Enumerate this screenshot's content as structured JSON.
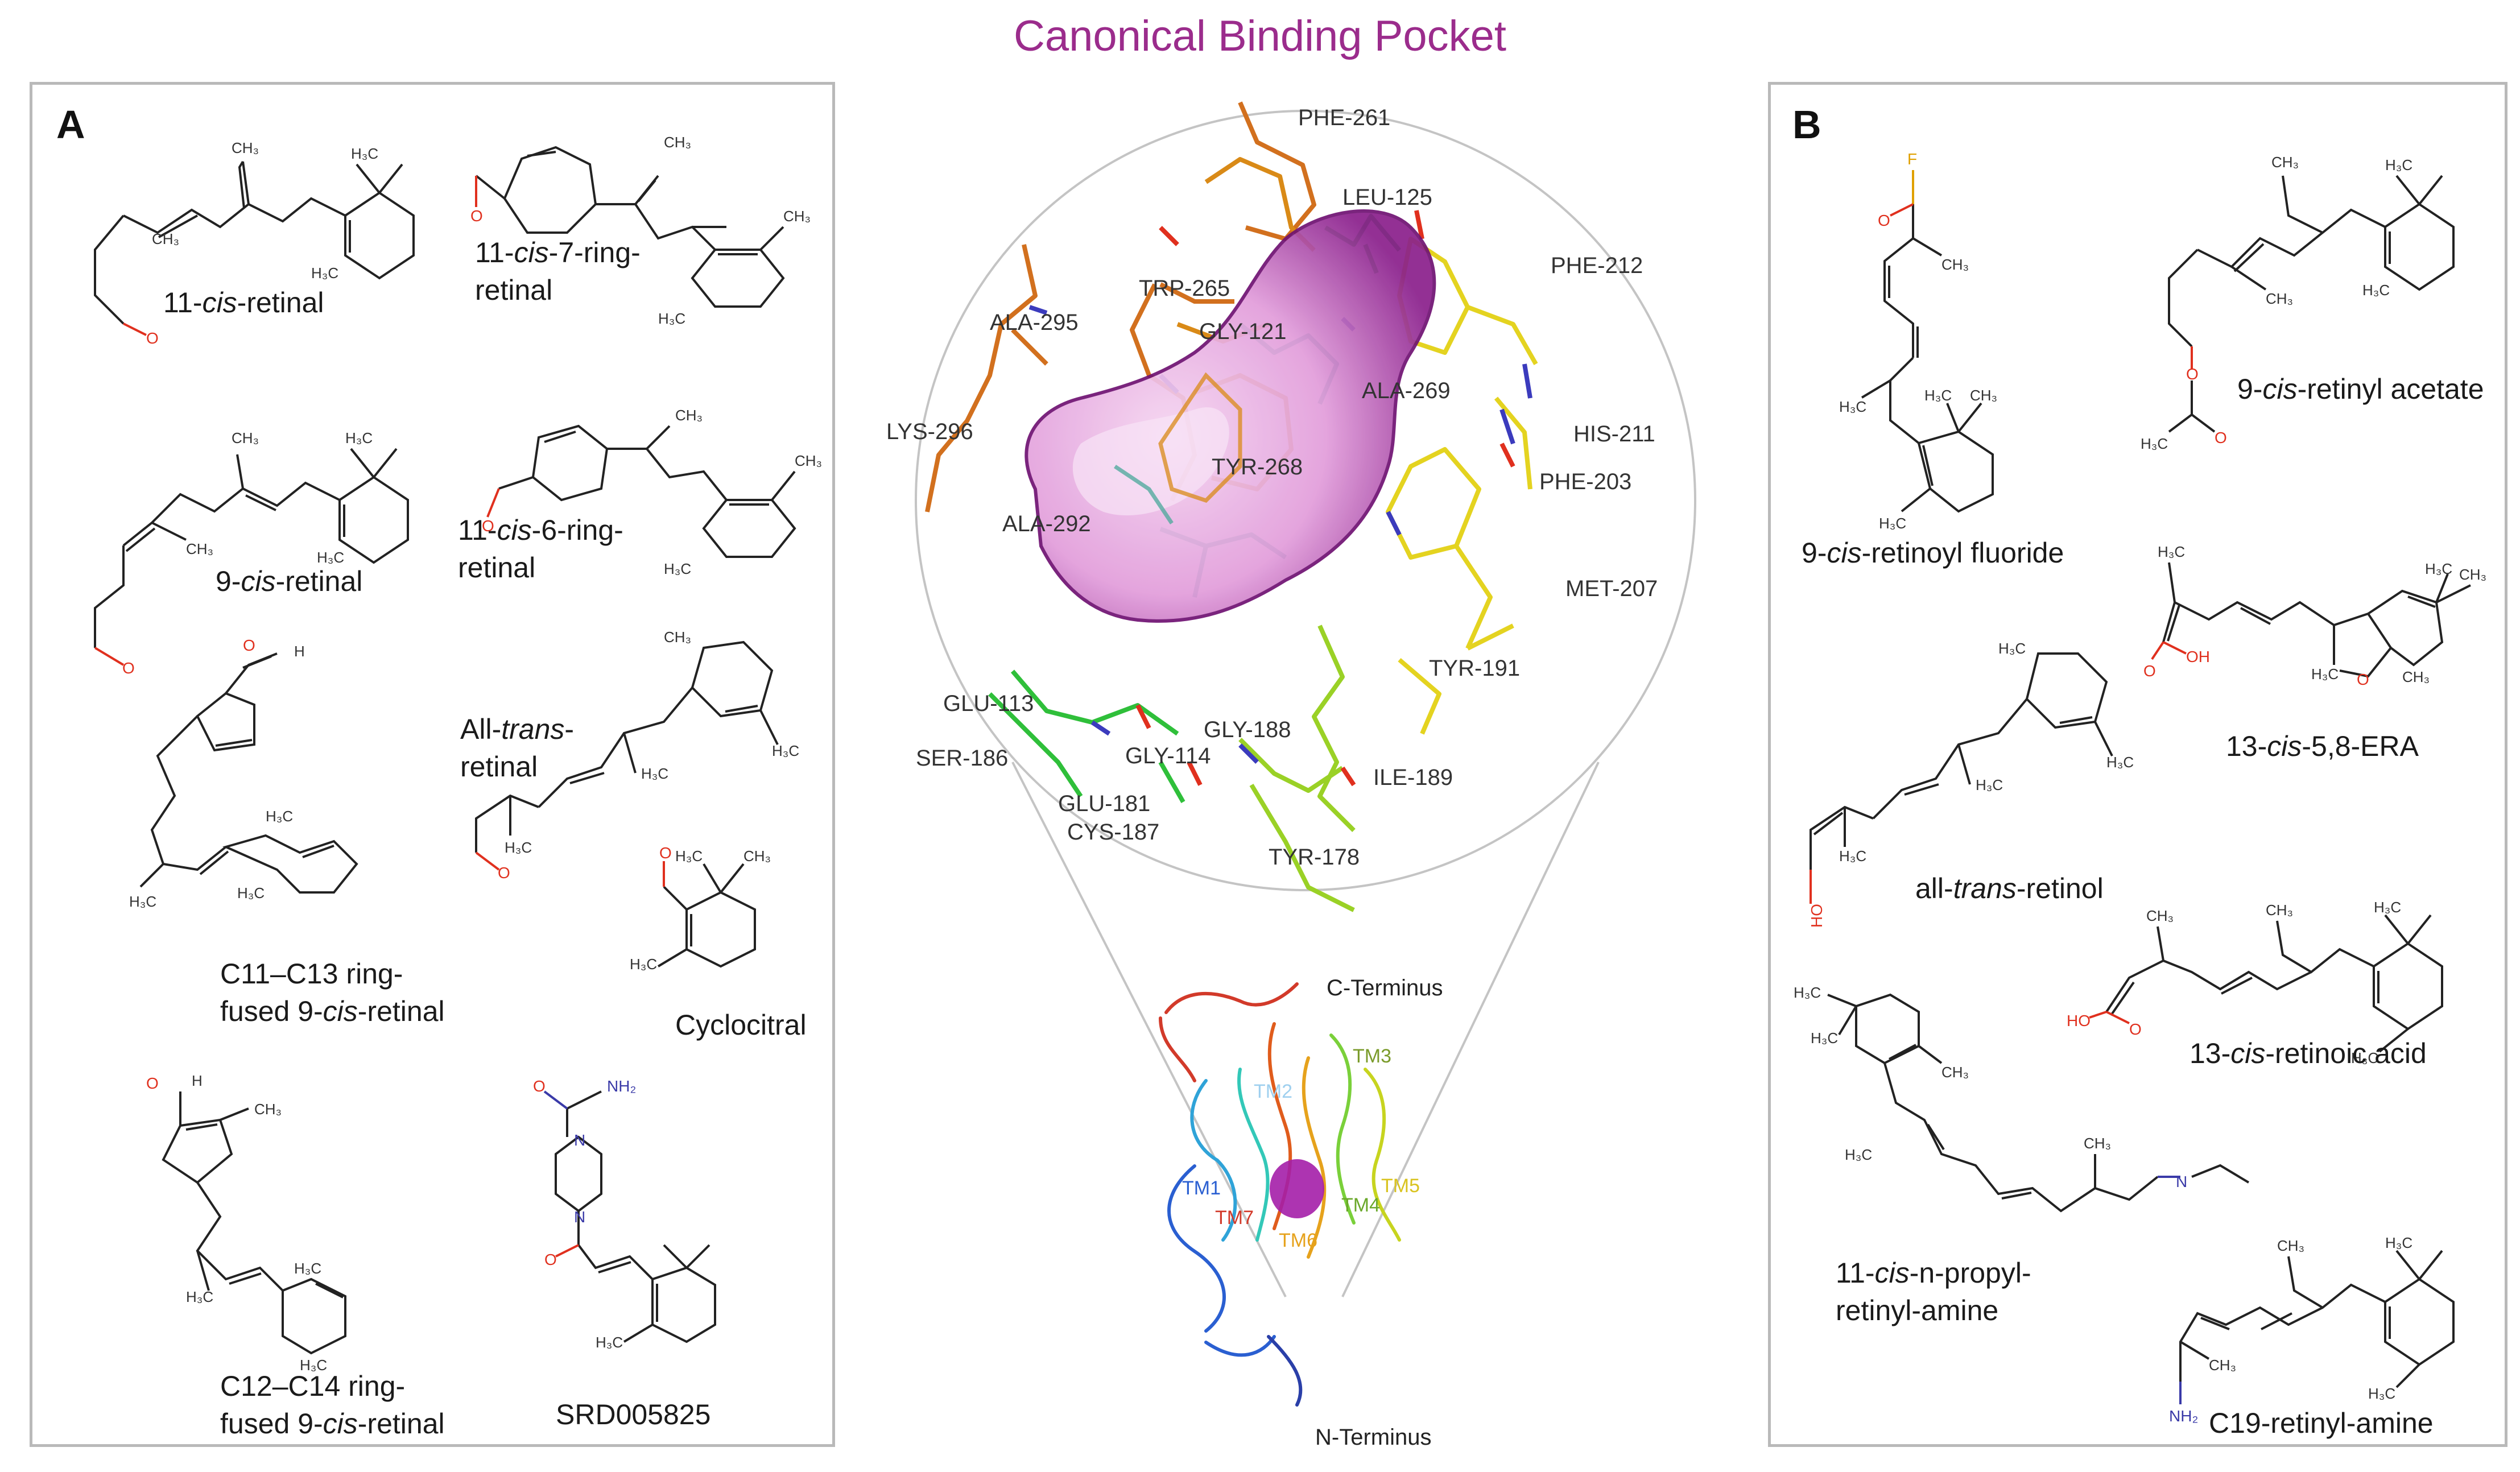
{
  "title": "Canonical Binding Pocket",
  "panel_a": {
    "letter": "A",
    "molecules": [
      {
        "id": "11cis",
        "pre": "11-",
        "it": "cis",
        "post": "-retinal",
        "line2": ""
      },
      {
        "id": "7ring",
        "pre": "11-",
        "it": "cis",
        "post": "-7-ring-",
        "line2": "retinal"
      },
      {
        "id": "9cis",
        "pre": "9-",
        "it": "cis",
        "post": "-retinal",
        "line2": ""
      },
      {
        "id": "6ring",
        "pre": "11-",
        "it": "cis",
        "post": "-6-ring-",
        "line2": "retinal"
      },
      {
        "id": "alltrans",
        "pre": "All-",
        "it": "trans",
        "post": "-",
        "line2": "retinal"
      },
      {
        "id": "c11c13",
        "pre": "C11–C13 ring-",
        "it": "",
        "post": "",
        "line2a": "fused 9-",
        "line2it": "cis",
        "line2b": "-retinal"
      },
      {
        "id": "cyclocitral",
        "pre": "Cyclocitral",
        "it": "",
        "post": "",
        "line2": ""
      },
      {
        "id": "c12c14",
        "pre": "C12–C14 ring-",
        "it": "",
        "post": "",
        "line2a": "fused 9-",
        "line2it": "cis",
        "line2b": "-retinal"
      },
      {
        "id": "srd",
        "pre": "SRD005825",
        "it": "",
        "post": "",
        "line2": ""
      }
    ]
  },
  "panel_b": {
    "letter": "B",
    "molecules": [
      {
        "id": "fluoride",
        "pre": "9-",
        "it": "cis",
        "post": "-retinoyl fluoride"
      },
      {
        "id": "acetate",
        "pre": "9-",
        "it": "cis",
        "post": "-retinyl acetate"
      },
      {
        "id": "era",
        "pre": "13-",
        "it": "cis",
        "post": "-5,8-ERA"
      },
      {
        "id": "retinol",
        "pre": "all-",
        "it": "trans",
        "post": "-retinol"
      },
      {
        "id": "acid",
        "pre": "13-",
        "it": "cis",
        "post": "-retinoic acid"
      },
      {
        "id": "propyl",
        "pre": "11-",
        "it": "cis",
        "post": "-n-propyl-",
        "line2": "retinyl-amine"
      },
      {
        "id": "c19",
        "pre": "C19-retinyl-amine",
        "it": "",
        "post": ""
      }
    ]
  },
  "residues": [
    "PHE-261",
    "LEU-125",
    "TRP-265",
    "PHE-212",
    "GLY-121",
    "ALA-295",
    "ALA-269",
    "LYS-296",
    "HIS-211",
    "TYR-268",
    "PHE-203",
    "ALA-292",
    "MET-207",
    "TYR-191",
    "GLU-113",
    "SER-186",
    "GLY-114",
    "GLY-188",
    "GLU-181",
    "ILE-189",
    "CYS-187",
    "TYR-178"
  ],
  "protein": {
    "c_terminus": "C-Terminus",
    "n_terminus": "N-Terminus",
    "helices": [
      "TM1",
      "TM2",
      "TM3",
      "TM4",
      "TM5",
      "TM6",
      "TM7"
    ]
  },
  "atom_labels": {
    "methyl": "CH₃",
    "h3c": "H₃C",
    "o": "O",
    "h": "H",
    "f": "F",
    "oh": "OH",
    "ho": "HO",
    "nh2": "NH₂",
    "n": "N"
  },
  "colors": {
    "title": "#9b2c8c",
    "pocket": "#c94fc3",
    "pocket_dark": "#7d1a86",
    "panel_border": "#b9b9b9",
    "oxygen": "#e0301e",
    "nitrogen": "#3a3aa8"
  }
}
